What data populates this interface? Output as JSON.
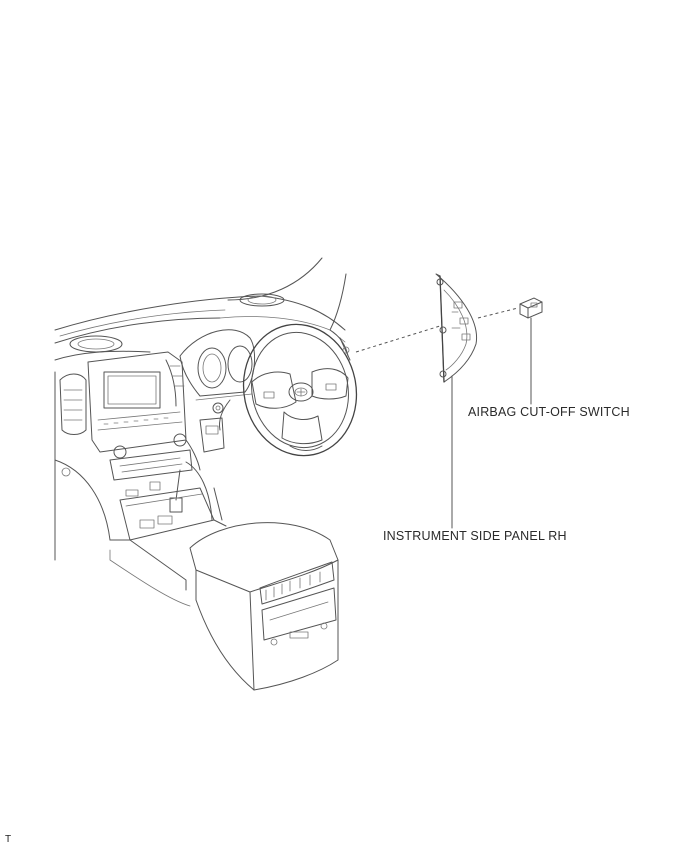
{
  "callouts": {
    "airbag_switch": "AIRBAG CUT-OFF SWITCH",
    "side_panel": "INSTRUMENT SIDE PANEL RH"
  },
  "corner_code": "T",
  "colors": {
    "line": "#555555",
    "text": "#2a2a2a",
    "background": "#ffffff"
  }
}
